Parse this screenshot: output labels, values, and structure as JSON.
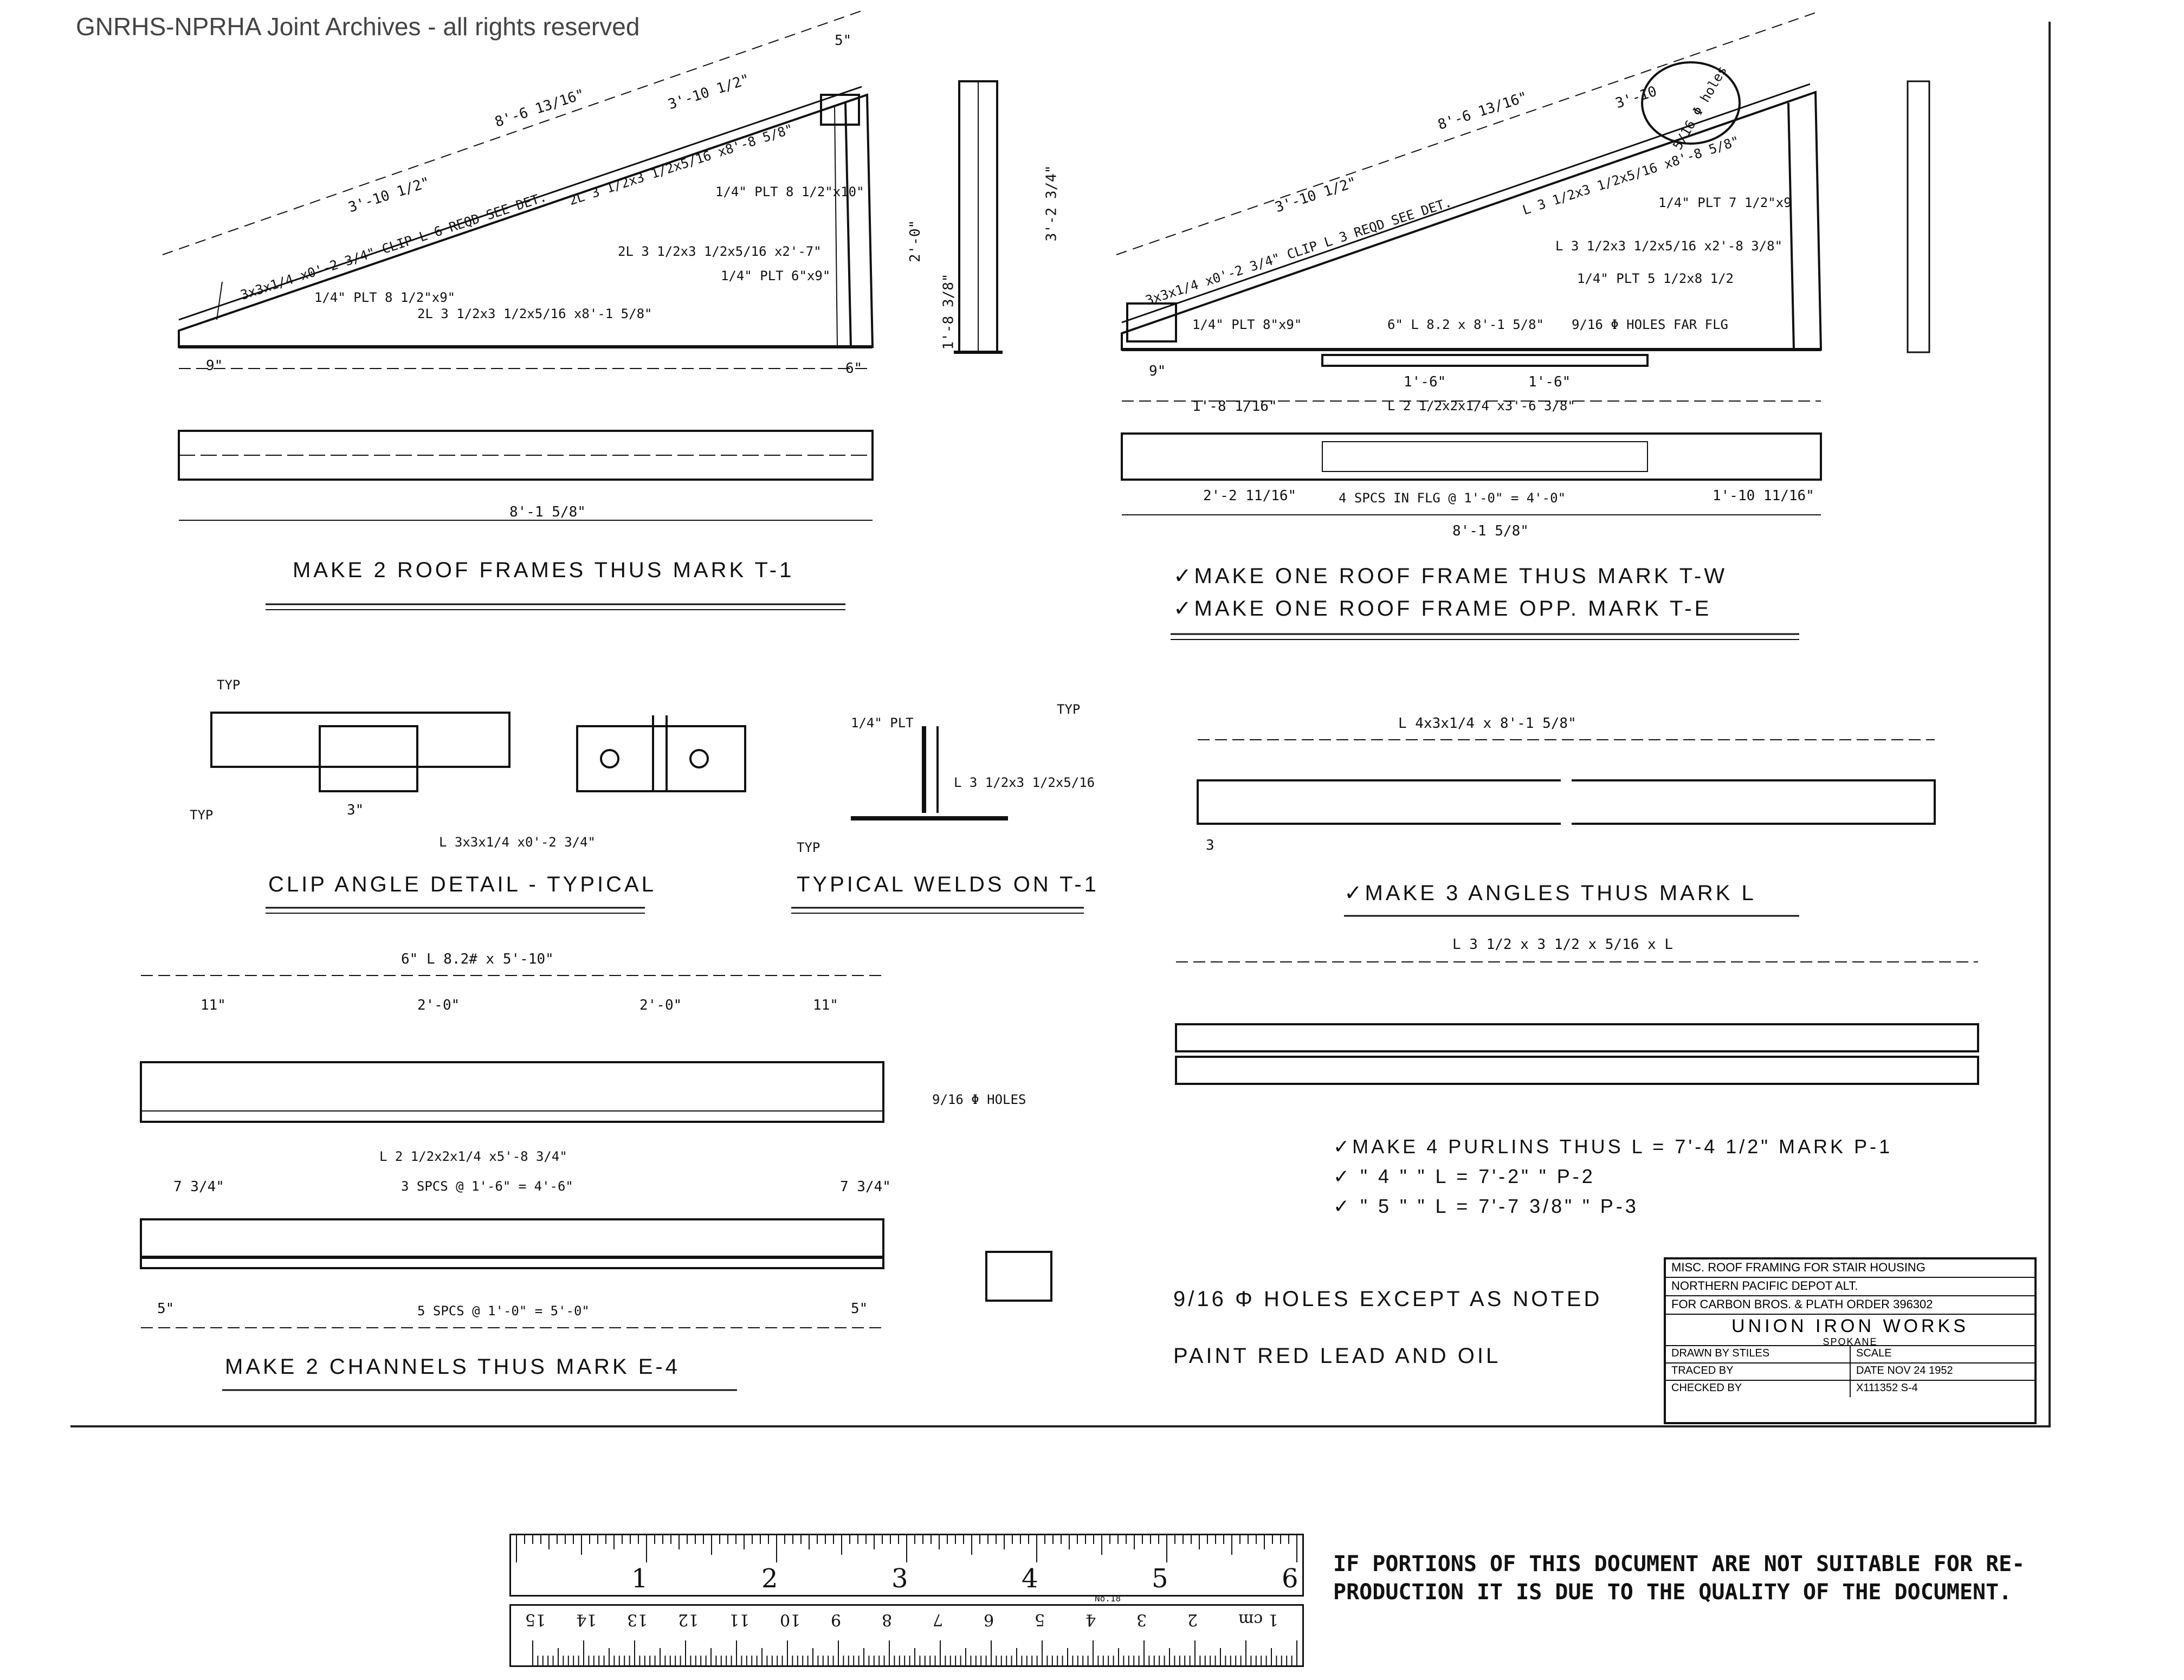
{
  "watermark": "GNRHS-NPRHA Joint Archives - all rights reserved",
  "captions": {
    "frame_t1": "MAKE 2 ROOF FRAMES THUS MARK T-1",
    "frame_tw": "✓MAKE ONE ROOF FRAME THUS MARK T-W",
    "frame_te": "✓MAKE ONE ROOF FRAME OPP. MARK T-E",
    "clip_detail": "CLIP ANGLE DETAIL - TYPICAL",
    "welds": "TYPICAL WELDS ON T-1",
    "angles": "✓MAKE 3 ANGLES THUS MARK L",
    "channels": "MAKE 2 CHANNELS THUS MARK E-4",
    "holes_note": "9/16 Φ HOLES EXCEPT AS NOTED",
    "paint_note": "PAINT RED LEAD AND OIL"
  },
  "purlins": {
    "line1": "✓MAKE 4 PURLINS THUS L = 7'-4 1/2\" MARK P-1",
    "line2": "✓ \" 4 \" \" L = 7'-2\" \" P-2",
    "line3": "✓ \" 5 \" \" L = 7'-7 3/8\" \" P-3"
  },
  "dims_left": {
    "d1": "8'-6 13/16\"",
    "d2": "3'-10 1/2\"",
    "d3": "3'-10 1/2\"",
    "d4": "5\"",
    "d5": "3x3x1/4 x0'-2 3/4\" CLIP L 6 REQD SEE DET.",
    "d6": "2L 3 1/2x3 1/2x5/16 x8'-8 5/8\"",
    "d7": "1/4\" PLT 8 1/2\"x10\"",
    "d8": "2L 3 1/2x3 1/2x5/16 x2'-7\"",
    "d9": "1/4\" PLT 6\"x9\"",
    "d10": "1/4\" PLT 8 1/2\"x9\"",
    "d11": "2L 3 1/2x3 1/2x5/16 x8'-1 5/8\"",
    "d12": "9\"",
    "d13": "6\"",
    "d14": "8'-1 5/8\"",
    "d15": "2'-0\"",
    "d16": "1'-8 3/8\"",
    "d17": "3'-2 3/4\""
  },
  "dims_right": {
    "r1": "8'-6 13/16\"",
    "r2": "3'-10",
    "r3": "3'-10 1/2\"",
    "r4": "3x3x1/4 x0'-2 3/4\" CLIP L 3 REQD SEE DET.",
    "r5": "L 3 1/2x3 1/2x5/16 x8'-8 5/8\"",
    "r6": "1/4\" PLT 7 1/2\"x9",
    "r7": "L 3 1/2x3 1/2x5/16 x2'-8 3/8\"",
    "r8": "1/4\" PLT 5 1/2x8 1/2",
    "r9": "1/4\" PLT 8\"x9\"",
    "r10": "6\" L 8.2 x 8'-1 5/8\"",
    "r11": "9/16 Φ HOLES FAR FLG",
    "r12": "9\"",
    "r13": "1'-6\"",
    "r14": "1'-6\"",
    "r15": "1'-8 1/16\"",
    "r16": "L 2 1/2x2x1/4 x3'-6 3/8\"",
    "r17": "4 SPCS IN FLG @ 1'-0\" = 4'-0\"",
    "r18": "2'-2 11/16\"",
    "r19": "1'-10 11/16\"",
    "r20": "8'-1 5/8\"",
    "r21": "5/16 Φ holes"
  },
  "details": {
    "clip_label": "L 3x3x1/4 x0'-2 3/4\"",
    "clip_dim": "3\"",
    "weld_plt": "1/4\" PLT",
    "weld_angle": "L 3 1/2x3 1/2x5/16",
    "typ": "TYP",
    "angle_label": "L 4x3x1/4 x 8'-1 5/8\"",
    "angle_dim": "3",
    "purlin_label": "L 3 1/2 x 3 1/2 x 5/16 x L",
    "channel_label": "6\" L 8.2# x 5'-10\"",
    "ch_d1": "11\"",
    "ch_d2": "2'-0\"",
    "ch_d3": "2'-0\"",
    "ch_d4": "11\"",
    "ch_holes": "9/16 Φ HOLES",
    "ch_angle": "L 2 1/2x2x1/4 x5'-8 3/4\"",
    "ch_spcs": "3 SPCS @ 1'-6\" = 4'-6\"",
    "ch_d5": "7 3/4\"",
    "ch_d6": "7 3/4\"",
    "ch_d7": "5\"",
    "ch_spcs2": "5 SPCS @ 1'-0\" = 5'-0\"",
    "ch_d8": "5\""
  },
  "title_block": {
    "line1": "MISC. ROOF FRAMING FOR STAIR HOUSING",
    "line2": "NORTHERN PACIFIC DEPOT ALT.",
    "line3": "FOR CARBON BROS. & PLATH   ORDER 396302",
    "company": "UNION IRON WORKS",
    "city": "SPOKANE",
    "drawn_by": "DRAWN BY STILES",
    "scale": "SCALE",
    "traced_by": "TRACED BY",
    "date": "DATE NOV 24 1952",
    "checked_by": "CHECKED BY",
    "sheet": "X111352  S-4"
  },
  "ruler": {
    "inch_labels": [
      "1",
      "2",
      "3",
      "4",
      "5",
      "6"
    ],
    "cm_labels": [
      "1 cm",
      "2",
      "3",
      "4",
      "5",
      "6",
      "7",
      "8",
      "9",
      "10",
      "11",
      "12",
      "13",
      "14",
      "15"
    ],
    "model": "No.18"
  },
  "disclaimer": {
    "line1": "IF PORTIONS OF THIS DOCUMENT ARE NOT SUITABLE FOR RE-",
    "line2": "PRODUCTION IT IS DUE TO THE QUALITY OF THE DOCUMENT."
  }
}
